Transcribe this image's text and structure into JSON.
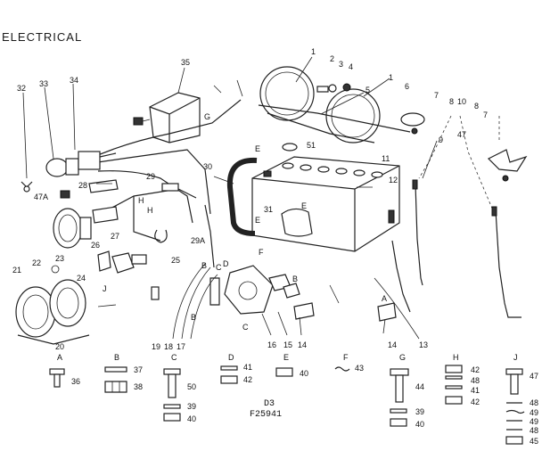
{
  "title": "ELECTRICAL",
  "diagram_code": "D3",
  "figure_number": "F25941",
  "callouts": [
    "1",
    "2",
    "3",
    "4",
    "1",
    "6",
    "7",
    "8",
    "10",
    "8",
    "7",
    "5",
    "47",
    "9",
    "51",
    "11",
    "12",
    "E",
    "E",
    "35",
    "G",
    "34",
    "33",
    "32",
    "47A",
    "28",
    "29",
    "30",
    "H",
    "H",
    "31",
    "E",
    "29A",
    "25",
    "26",
    "27",
    "23",
    "22",
    "21",
    "24",
    "J",
    "20",
    "19",
    "18",
    "17",
    "B",
    "B",
    "C",
    "D",
    "F",
    "C",
    "B",
    "16",
    "15",
    "14",
    "A",
    "14",
    "13"
  ],
  "hardware_groups": [
    {
      "id": "A",
      "items": [
        "36"
      ]
    },
    {
      "id": "B",
      "items": [
        "37",
        "38"
      ]
    },
    {
      "id": "C",
      "items": [
        "50",
        "39",
        "40"
      ]
    },
    {
      "id": "D",
      "items": [
        "41",
        "42"
      ]
    },
    {
      "id": "E",
      "items": [
        "40"
      ]
    },
    {
      "id": "F",
      "items": [
        "43"
      ]
    },
    {
      "id": "G",
      "items": [
        "44",
        "39",
        "40"
      ]
    },
    {
      "id": "H",
      "items": [
        "42",
        "48",
        "41",
        "42"
      ]
    },
    {
      "id": "J",
      "items": [
        "47",
        "48",
        "49",
        "49",
        "48",
        "45"
      ]
    }
  ]
}
